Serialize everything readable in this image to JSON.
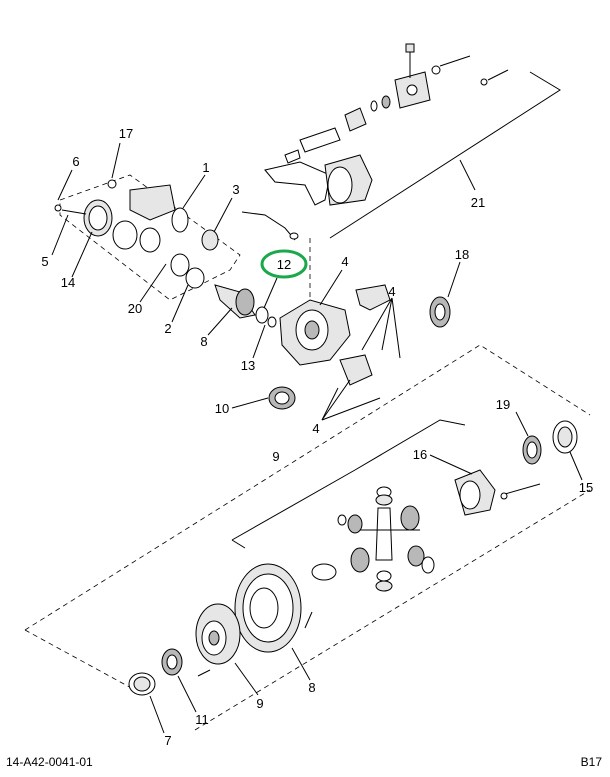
{
  "callouts": [
    {
      "id": "c17",
      "text": "17"
    },
    {
      "id": "c6",
      "text": "6"
    },
    {
      "id": "c1",
      "text": "1"
    },
    {
      "id": "c3",
      "text": "3"
    },
    {
      "id": "c5",
      "text": "5"
    },
    {
      "id": "c14",
      "text": "14"
    },
    {
      "id": "c12",
      "text": "12"
    },
    {
      "id": "c4a",
      "text": "4"
    },
    {
      "id": "c18",
      "text": "18"
    },
    {
      "id": "c20",
      "text": "20"
    },
    {
      "id": "c2",
      "text": "2"
    },
    {
      "id": "c8a",
      "text": "8"
    },
    {
      "id": "c4b",
      "text": "4"
    },
    {
      "id": "c13",
      "text": "13"
    },
    {
      "id": "c10",
      "text": "10"
    },
    {
      "id": "c4c",
      "text": "4"
    },
    {
      "id": "c21",
      "text": "21"
    },
    {
      "id": "c9a",
      "text": "9"
    },
    {
      "id": "c19",
      "text": "19"
    },
    {
      "id": "c16",
      "text": "16"
    },
    {
      "id": "c15",
      "text": "15"
    },
    {
      "id": "c8b",
      "text": "8"
    },
    {
      "id": "c9b",
      "text": "9"
    },
    {
      "id": "c11",
      "text": "11"
    },
    {
      "id": "c7",
      "text": "7"
    }
  ],
  "highlight": {
    "callout": "c12",
    "color": "#1aa84b"
  },
  "footer": {
    "left": "14-A42-0041-01",
    "right": "B17"
  }
}
